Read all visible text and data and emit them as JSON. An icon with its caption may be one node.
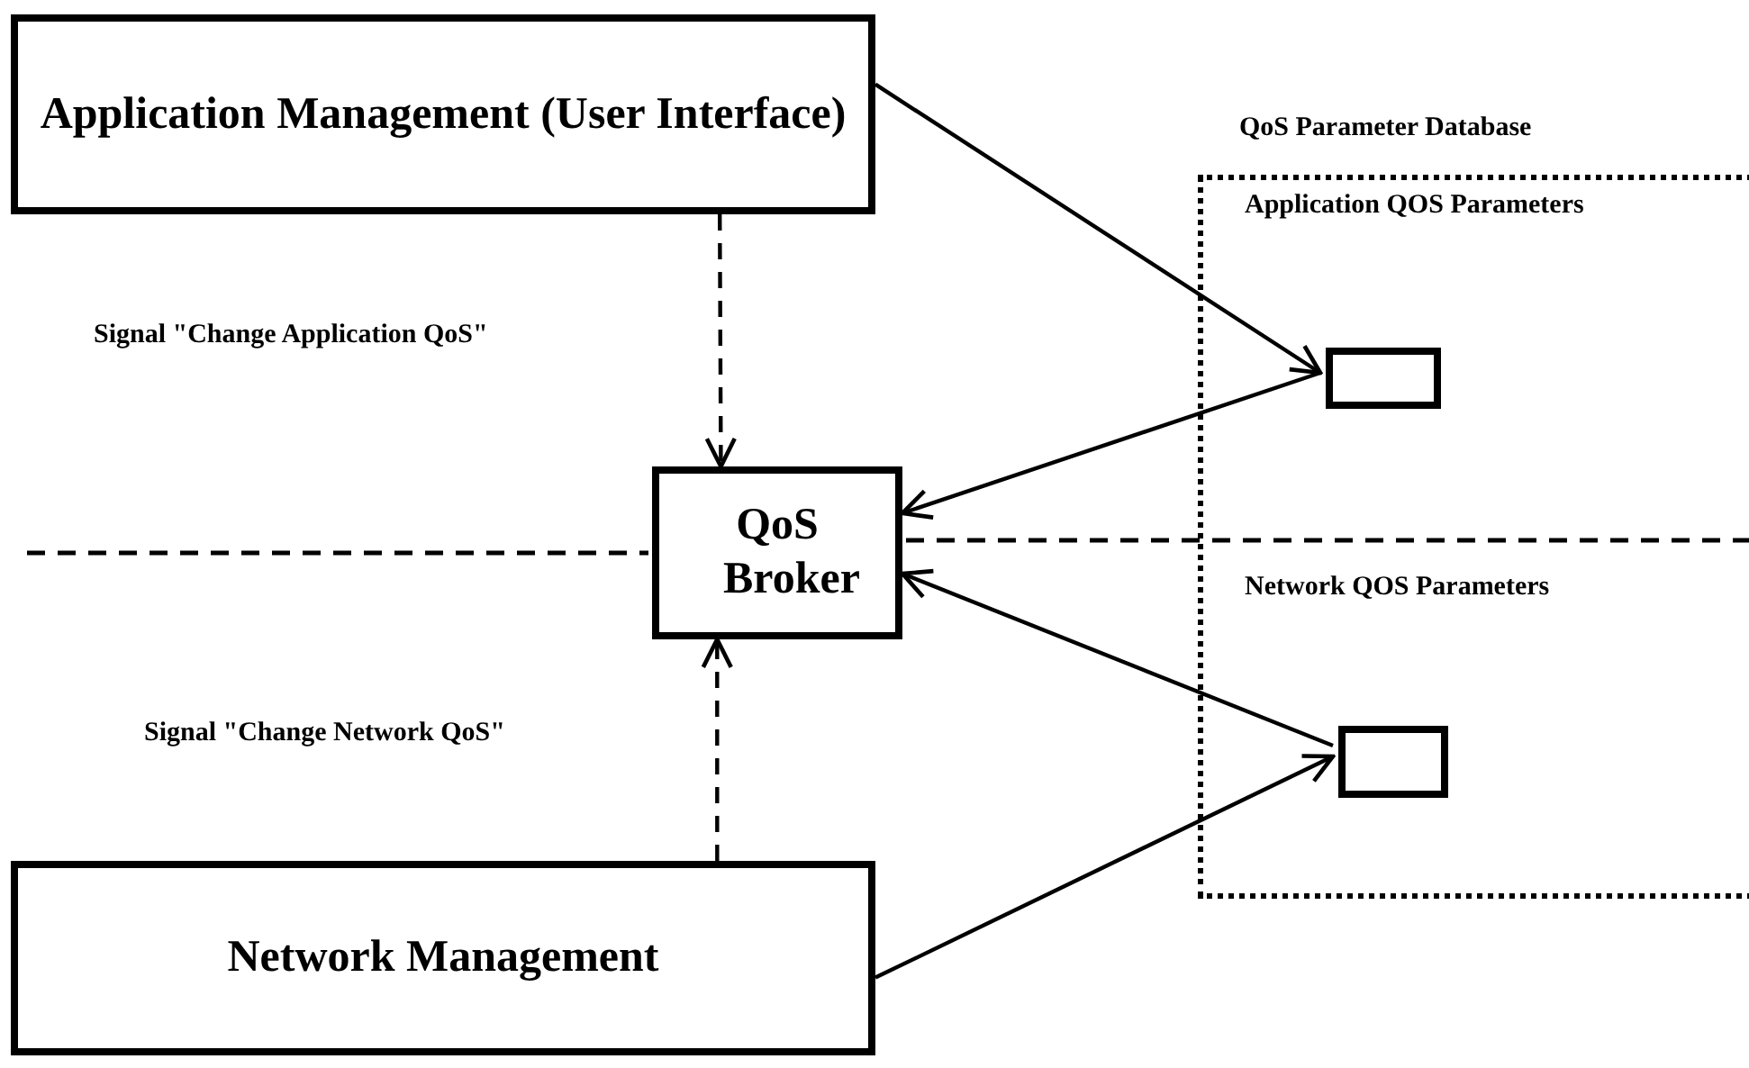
{
  "diagram": {
    "nodes": [
      {
        "text": [
          "Application Management (User Interface)"
        ]
      },
      {
        "text": [
          "QoS Parameter Database"
        ]
      },
      {
        "text": [],
        "shape": "box",
        "in": 1
      },
      {
        "text": [
          "QoS Broker"
        ]
      },
      {
        "text": [],
        "shape": "box",
        "in": 1
      },
      {
        "text": [
          "Network Management"
        ]
      }
    ],
    "edges": [
      {
        "from": 0,
        "to": 3,
        "arrow": "to",
        "style": "dashed"
      },
      {
        "from": 0,
        "to": 2,
        "arrow": "to"
      },
      {
        "from": 2,
        "to": 3,
        "arrow": "to"
      },
      {
        "from": 4,
        "to": 3,
        "arrow": "to"
      },
      {
        "from": 5,
        "to": 4,
        "arrow": "to"
      },
      {
        "from": 5,
        "to": 3,
        "arrow": "to",
        "style": "dashed"
      }
    ],
    "labels": [
      "Application QOS Parameters",
      "Signal \"Change Application QoS\"",
      "Network QOS Parameters",
      "Signal \"Change Network QoS\""
    ]
  }
}
